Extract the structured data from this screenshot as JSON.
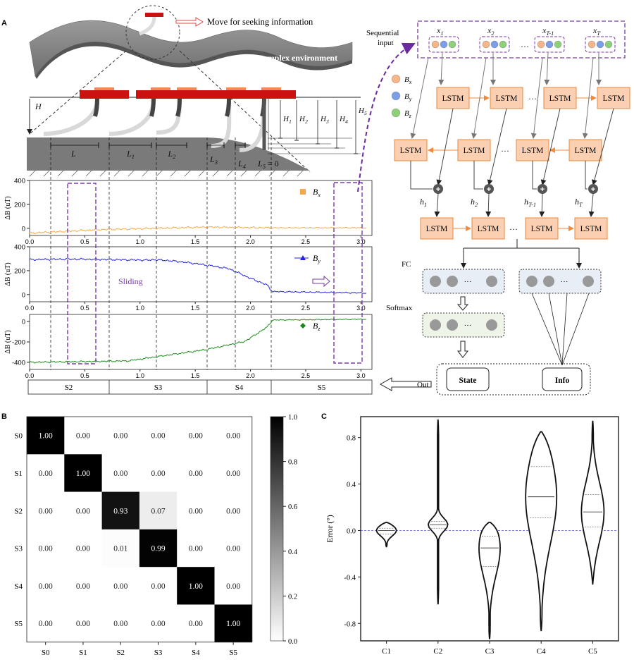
{
  "panel_a": {
    "label": "A",
    "move_label": "Move for seeking information",
    "env_label": "Complex environment",
    "heights": [
      "H",
      "H",
      "H",
      "H",
      "H"
    ],
    "height_subs": [
      "1",
      "2",
      "3",
      "4",
      "5"
    ],
    "lengths": [
      "L",
      "L",
      "L",
      "L",
      "L"
    ],
    "length_subs": [
      "",
      "1",
      "2",
      "3",
      "4"
    ],
    "l5_sub": "5",
    "l5_suffix": " = 0",
    "sliding_label": "Sliding",
    "states_strip": [
      "S2",
      "S3",
      "S4",
      "S5"
    ],
    "out_label": "Out"
  },
  "timeseries": [
    {
      "name": "Bx",
      "sym": "B",
      "sub": "x",
      "color": "#f7a94a",
      "ylabel": "ΔB (uT)",
      "yticks": [
        400,
        200,
        0
      ],
      "ylim": [
        -60,
        400
      ]
    },
    {
      "name": "By",
      "sym": "B",
      "sub": "y",
      "color": "#2222dd",
      "ylabel": "ΔB (uT)",
      "yticks": [
        400,
        200,
        0
      ],
      "ylim": [
        -60,
        400
      ]
    },
    {
      "name": "Bz",
      "sym": "B",
      "sub": "z",
      "color": "#1a8a1a",
      "ylabel": "ΔB (uT)",
      "yticks": [
        0,
        -200,
        -400
      ],
      "ylim": [
        -470,
        70
      ]
    }
  ],
  "x_ticks": [
    "0.0",
    "0.5",
    "1.0",
    "1.5",
    "2.0",
    "2.5",
    "3.0"
  ],
  "network": {
    "seq_input_label_1": "Sequential",
    "seq_input_label_2": "input",
    "x_labels": [
      "x",
      "x",
      "x",
      "x"
    ],
    "x_subs": [
      "1",
      "2",
      "T-1",
      "T"
    ],
    "h_labels": [
      "h",
      "h",
      "h",
      "h"
    ],
    "h_subs": [
      "1",
      "2",
      "T-1",
      "T"
    ],
    "legend": [
      {
        "sym": "B",
        "sub": "x",
        "color": "#f7b58a"
      },
      {
        "sym": "B",
        "sub": "y",
        "color": "#7b9ee6"
      },
      {
        "sym": "B",
        "sub": "z",
        "color": "#8ed07a"
      }
    ],
    "lstm_label": "LSTM",
    "fc_label": "FC",
    "softmax_label": "Softmax",
    "state_label": "State",
    "info_label": "Info",
    "dots": "···"
  },
  "panel_b": {
    "label": "B",
    "rows": [
      "S0",
      "S1",
      "S2",
      "S3",
      "S4",
      "S5"
    ],
    "cols": [
      "S0",
      "S1",
      "S2",
      "S3",
      "S4",
      "S5"
    ],
    "matrix": [
      [
        "1.00",
        "0.00",
        "0.00",
        "0.00",
        "0.00",
        "0.00"
      ],
      [
        "0.00",
        "1.00",
        "0.00",
        "0.00",
        "0.00",
        "0.00"
      ],
      [
        "0.00",
        "0.00",
        "0.93",
        "0.07",
        "0.00",
        "0.00"
      ],
      [
        "0.00",
        "0.00",
        "0.01",
        "0.99",
        "0.00",
        "0.00"
      ],
      [
        "0.00",
        "0.00",
        "0.00",
        "0.00",
        "1.00",
        "0.00"
      ],
      [
        "0.00",
        "0.00",
        "0.00",
        "0.00",
        "0.00",
        "1.00"
      ]
    ],
    "colorbar_ticks": [
      "1.0",
      "0.8",
      "0.6",
      "0.4",
      "0.2",
      "0.0"
    ]
  },
  "chart_data": {
    "type": "violin",
    "label": "C",
    "categories": [
      "C1",
      "C2",
      "C3",
      "C4",
      "C5"
    ],
    "ylabel": "Error (°)",
    "yticks": [
      "0.8",
      "0.4",
      "0.0",
      "-0.4",
      "-0.8"
    ],
    "ylim": [
      -0.95,
      0.98
    ],
    "min": [
      -0.14,
      -0.63,
      -0.93,
      -0.86,
      -0.46
    ],
    "max": [
      0.07,
      0.95,
      0.07,
      0.85,
      0.94
    ],
    "median": [
      0.0,
      0.05,
      -0.15,
      0.29,
      0.16
    ],
    "q1": [
      -0.03,
      0.02,
      -0.31,
      0.11,
      0.03
    ],
    "q3": [
      0.02,
      0.08,
      -0.05,
      0.55,
      0.31
    ]
  }
}
